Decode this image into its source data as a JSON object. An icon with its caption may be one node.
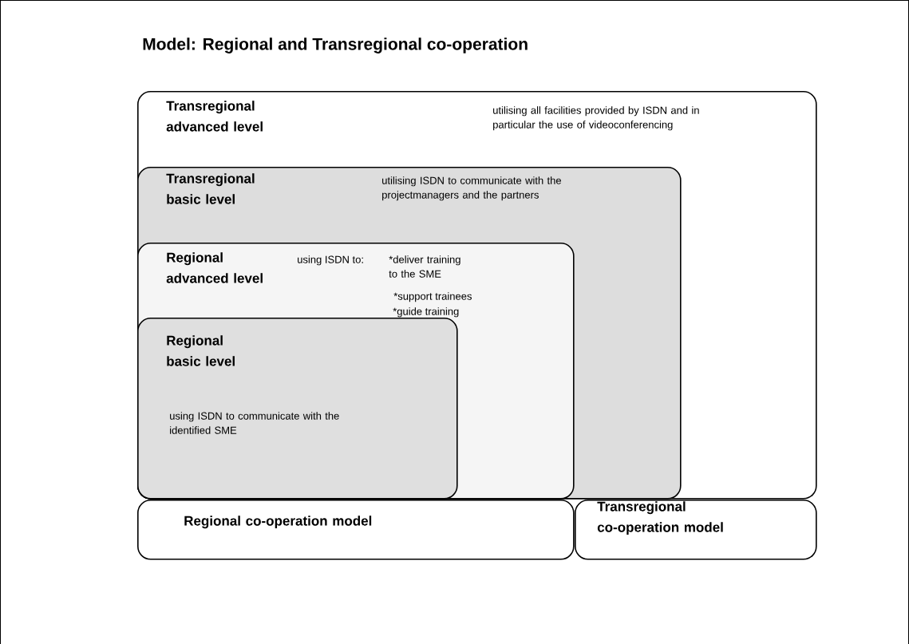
{
  "diagram": {
    "title": "Model: Regional and Transregional co-operation",
    "nodes": [
      {
        "text": [
          "Transregional advanced level",
          "utilising all facilities provided by ISDN and in particular the use of videoconferencing"
        ]
      },
      {
        "text": [
          "Transregional basic level",
          "utilising ISDN to communicate with the projectmanagers and the partners"
        ],
        "in": 0
      },
      {
        "text": [
          "Regional advanced level",
          "using ISDN to:",
          "*deliver training to the SME",
          "*support trainees",
          "*guide training"
        ],
        "in": 1
      },
      {
        "text": [
          "Regional basic level",
          "using ISDN to communicate with the identified SME"
        ],
        "in": 2
      },
      {
        "text": [
          "Regional co-operation model"
        ]
      },
      {
        "text": [
          "Transregional co-operation model"
        ]
      }
    ]
  }
}
